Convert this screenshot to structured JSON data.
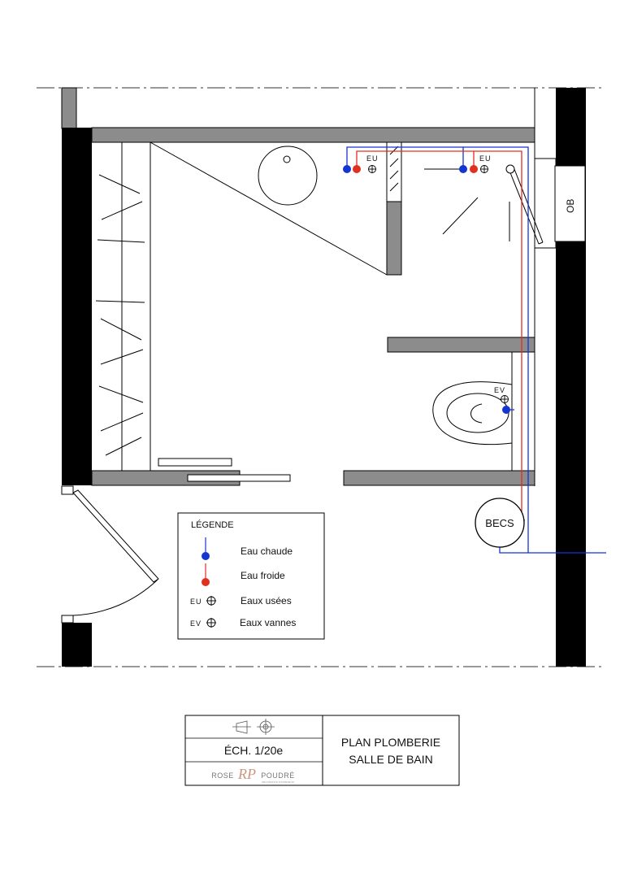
{
  "plan": {
    "labels": {
      "eu_1": "EU",
      "eu_2": "EU",
      "ev": "EV",
      "ob": "OB",
      "becs": "BECS"
    }
  },
  "legend": {
    "title": "LÉGENDE",
    "items": [
      {
        "symbol": "Eau chaude",
        "label": "Eau chaude",
        "color": "#1535d0"
      },
      {
        "symbol": "Eau froide",
        "label": "Eau froide",
        "color": "#e0301e"
      },
      {
        "symbol": "EU",
        "label": "Eaux usées"
      },
      {
        "symbol": "EV",
        "label": "Eaux vannes"
      }
    ]
  },
  "title_block": {
    "scale": "ÉCH. 1/20e",
    "brand_left": "ROSE",
    "brand_monogram": "RP",
    "brand_right": "POUDRÉ",
    "brand_tagline": "DÉCORATION D'INTÉRIEUR",
    "title_line1": "PLAN PLOMBERIE",
    "title_line2": "SALLE DE BAIN"
  },
  "colors": {
    "hot_water": "#1535d0",
    "cold_water": "#e0301e",
    "wall_black": "#000000",
    "wall_grey": "#8c8c8c",
    "brand": "#c9967d"
  }
}
